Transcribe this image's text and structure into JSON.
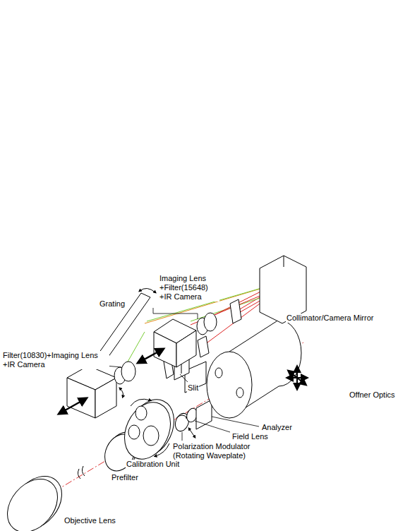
{
  "diagram": {
    "labels": [
      "Imaging Lens +Filter(15648) +IR Camera",
      "Grating",
      "Collimator/Camera Mirror",
      "Filter(10830)+Imaging Lens +IR Camera",
      "Slit",
      "Offner Optics",
      "Analyzer",
      "Field Lens",
      "Polarization Modulator (Rotating Waveplate)",
      "Calibration Unit",
      "Prefilter",
      "Objective Lens"
    ]
  }
}
